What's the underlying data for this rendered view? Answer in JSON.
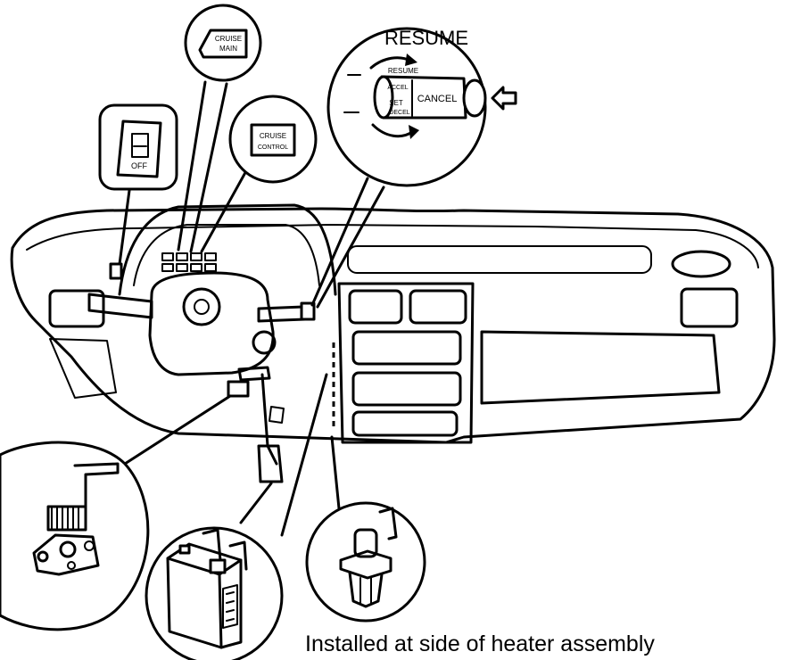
{
  "callouts": {
    "resume_title": "RESUME",
    "resume_arrow_label": "RESUME",
    "set_label": "SET",
    "accel_label": "ACCEL",
    "decel_label": "DECEL",
    "cancel_label": "CANCEL",
    "cruise_main_line1": "CRUISE",
    "cruise_main_line2": "MAIN",
    "cruise_control_line1": "CRUISE",
    "cruise_control_line2": "CONTROL",
    "off_label": "OFF"
  },
  "caption": "Installed at side of heater assembly"
}
